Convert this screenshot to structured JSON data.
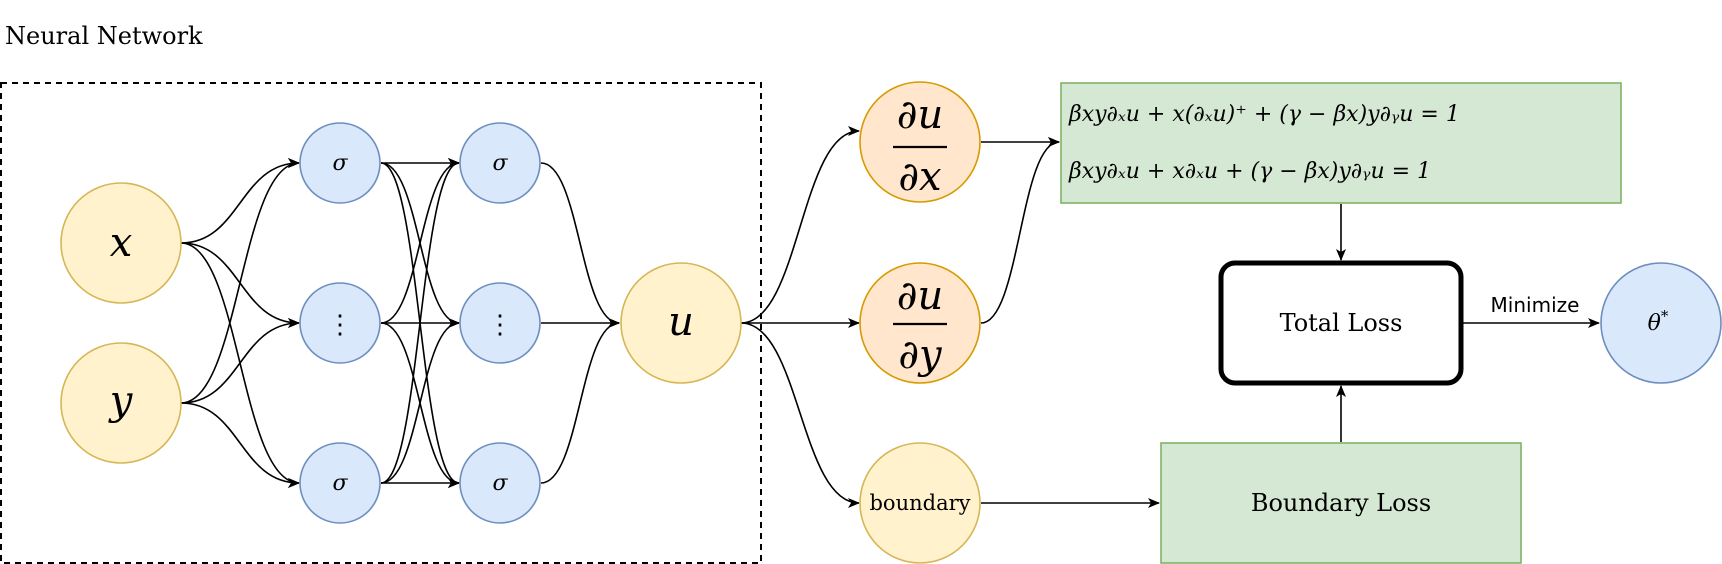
{
  "title": "Neural Network",
  "colors": {
    "yellow_fill": "#fff2cc",
    "yellow_stroke": "#d6b656",
    "blue_fill": "#dae8fc",
    "blue_stroke": "#6c8ebf",
    "orange_fill": "#ffe6cc",
    "orange_stroke": "#d79b00",
    "green_fill": "#d5e8d4",
    "green_stroke": "#82b366",
    "line": "#000000"
  },
  "inputs": {
    "x": "x",
    "y": "y"
  },
  "hidden_layer_1": {
    "top": "σ",
    "middle": "⋮",
    "bottom": "σ"
  },
  "hidden_layer_2": {
    "top": "σ",
    "middle": "⋮",
    "bottom": "σ"
  },
  "output": {
    "label": "u"
  },
  "derivatives": {
    "dx": {
      "num": "∂u",
      "den": "∂x"
    },
    "dy": {
      "num": "∂u",
      "den": "∂y"
    }
  },
  "boundary_node": {
    "label": "boundary"
  },
  "pde_box": {
    "eq1": "βxy∂ₓu + x(∂ₓu)⁺ + (γ − βx)y∂ᵧu = 1",
    "eq2": "βxy∂ₓu + x∂ₓu + (γ − βx)y∂ᵧu = 1"
  },
  "total_loss": {
    "label": "Total Loss"
  },
  "boundary_loss": {
    "label": "Boundary Loss"
  },
  "minimize_label": "Minimize",
  "theta": {
    "base": "θ",
    "sup": "*"
  }
}
